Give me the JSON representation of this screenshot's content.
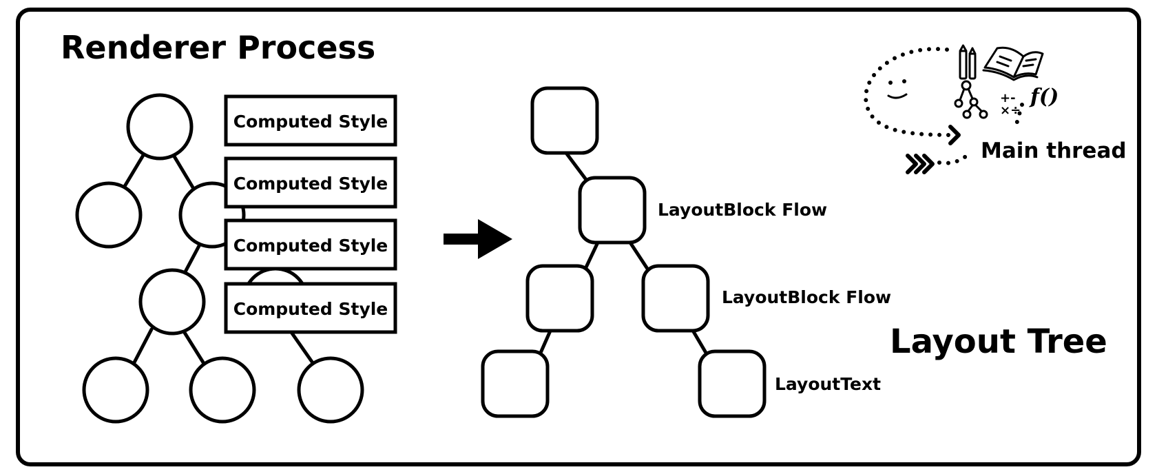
{
  "title": "Renderer Process",
  "dom_tree": {
    "computed_style_label": "Computed Style"
  },
  "layout_tree": {
    "name": "Layout Tree",
    "node_labels": {
      "block_flow_a": "LayoutBlock Flow",
      "block_flow_b": "LayoutBlock Flow",
      "text": "LayoutText"
    }
  },
  "main_thread": {
    "label": "Main thread",
    "function_glyph": "f()",
    "math_glyph": "+-\n×÷"
  },
  "icons": [
    "smiley-face-icon",
    "pencil-icon",
    "open-book-icon",
    "tree-graph-icon",
    "math-operators-icon",
    "function-icon",
    "chevron-arrows-icon",
    "right-arrow-icon"
  ]
}
